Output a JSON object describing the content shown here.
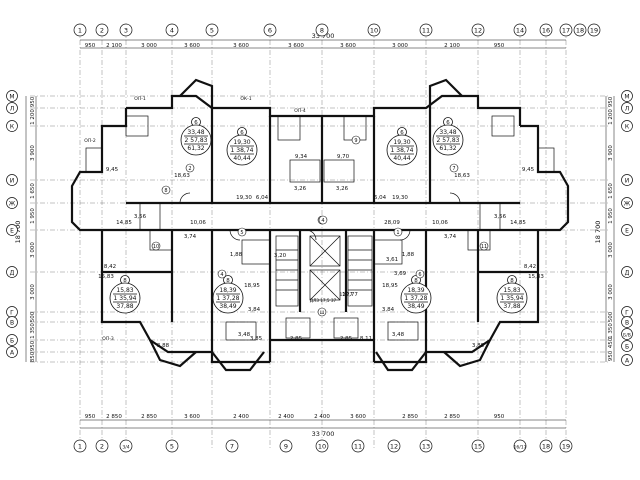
{
  "axes_top": [
    "1",
    "2",
    "3",
    "4",
    "5",
    "6",
    "8",
    "10",
    "11",
    "12",
    "14",
    "16",
    "17",
    "18",
    "19"
  ],
  "axes_bottom": [
    "1",
    "2",
    "3/4",
    "5",
    "7",
    "9",
    "10",
    "11",
    "12",
    "13",
    "15",
    "16/17",
    "18",
    "19"
  ],
  "axes_left": [
    "М",
    "Л",
    "К",
    "И",
    "Ж",
    "Е",
    "Д",
    "Г",
    "В",
    "Б",
    "А"
  ],
  "axes_right": [
    "М",
    "Л",
    "К",
    "И",
    "Ж",
    "Е",
    "Д",
    "Г",
    "В",
    "Б/В",
    "Б",
    "А"
  ],
  "overall_top": "33 700",
  "overall_bottom": "33 700",
  "overall_left": "18 700",
  "overall_right": "18 700",
  "dims_top": [
    "950",
    "2 100",
    "3 000",
    "3 600",
    "3 600",
    "3 600",
    "3 600",
    "3 000",
    "2 100",
    "950"
  ],
  "dims_bottom": [
    "950",
    "2 850",
    "2 850",
    "3 600",
    "2 400",
    "2 400",
    "2 400",
    "3 600",
    "2 850",
    "2 850",
    "950"
  ],
  "dims_left": [
    "950",
    "1 200",
    "3 900",
    "1 650",
    "1 950",
    "3 000",
    "3 000",
    "500",
    "1 350",
    "950",
    "850"
  ],
  "dims_right": [
    "950",
    "1 200",
    "3 900",
    "1 650",
    "1 950",
    "3 000",
    "3 000",
    "500",
    "1 350",
    "450",
    "950"
  ],
  "apartments": [
    {
      "label": "6",
      "a": "33,48",
      "b": "2 57,83",
      "c": "61,32"
    },
    {
      "label": "6",
      "a": "19,30",
      "b": "1 38,74",
      "c": "40,44"
    },
    {
      "label": "6",
      "a": "19,30",
      "b": "1 38,74",
      "c": "40,44"
    },
    {
      "label": "6",
      "a": "33,48",
      "b": "2 57,83",
      "c": "61,32"
    },
    {
      "label": "8",
      "a": "15,83",
      "b": "1 35,94",
      "c": "37,88"
    },
    {
      "label": "8",
      "a": "18,39",
      "b": "1 37,28",
      "c": "38,49"
    },
    {
      "label": "8",
      "a": "18,39",
      "b": "1 37,28",
      "c": "38,49"
    },
    {
      "label": "8",
      "a": "15,83",
      "b": "1 35,94",
      "c": "37,88"
    }
  ],
  "room_areas": [
    "18,63",
    "9,45",
    "19,30",
    "6,04",
    "9,34",
    "9,70",
    "6,04",
    "19,30",
    "9,45",
    "18,63",
    "14,85",
    "10,06",
    "3,74",
    "3,56",
    "10,06",
    "28,09",
    "3,74",
    "3,56",
    "14,85",
    "8,42",
    "18,95",
    "18,95",
    "8,42",
    "15,83",
    "15,83",
    "3,88",
    "3,88",
    "3,85",
    "3,20",
    "12,77",
    "3,61",
    "3,69",
    "2,85",
    "2,85",
    "8,11",
    "3,48",
    "3,48",
    "3,84",
    "3,84",
    "1,88",
    "1,88",
    "3,26",
    "3,26"
  ],
  "room_numbers": [
    "3",
    "8",
    "9",
    "10",
    "11",
    "4",
    "6",
    "2",
    "7",
    "5",
    "1"
  ],
  "wall_labels": [
    "ОП-1",
    "ОП-2",
    "ОП-3",
    "ОП-4",
    "ОК-1"
  ],
  "center_note": [
    "4",
    "ДЛ3 17,5 37",
    "Ш",
    "12,77"
  ]
}
